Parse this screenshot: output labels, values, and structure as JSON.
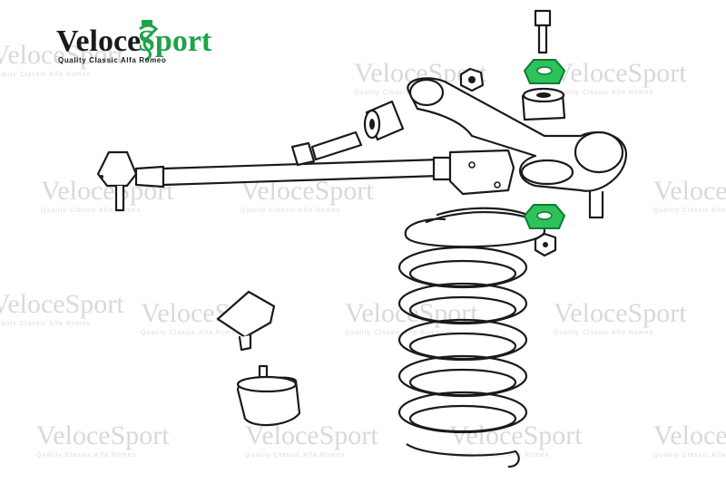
{
  "logo": {
    "brand_left": "Veloce",
    "brand_right": "Sport",
    "tagline": "Quality Classic Alfa Romeo"
  },
  "watermark": {
    "brand": "VeloceSport",
    "tagline": "Quality Classic Alfa Romeo"
  },
  "colors": {
    "brand_dark": "#1a1a1a",
    "brand_green": "#1fa34a",
    "highlight_green": "#2ec25a",
    "watermark_gray": "#d9d9d9"
  },
  "highlighted_parts": [
    "upper-bush-washer",
    "lower-bush-washer"
  ]
}
